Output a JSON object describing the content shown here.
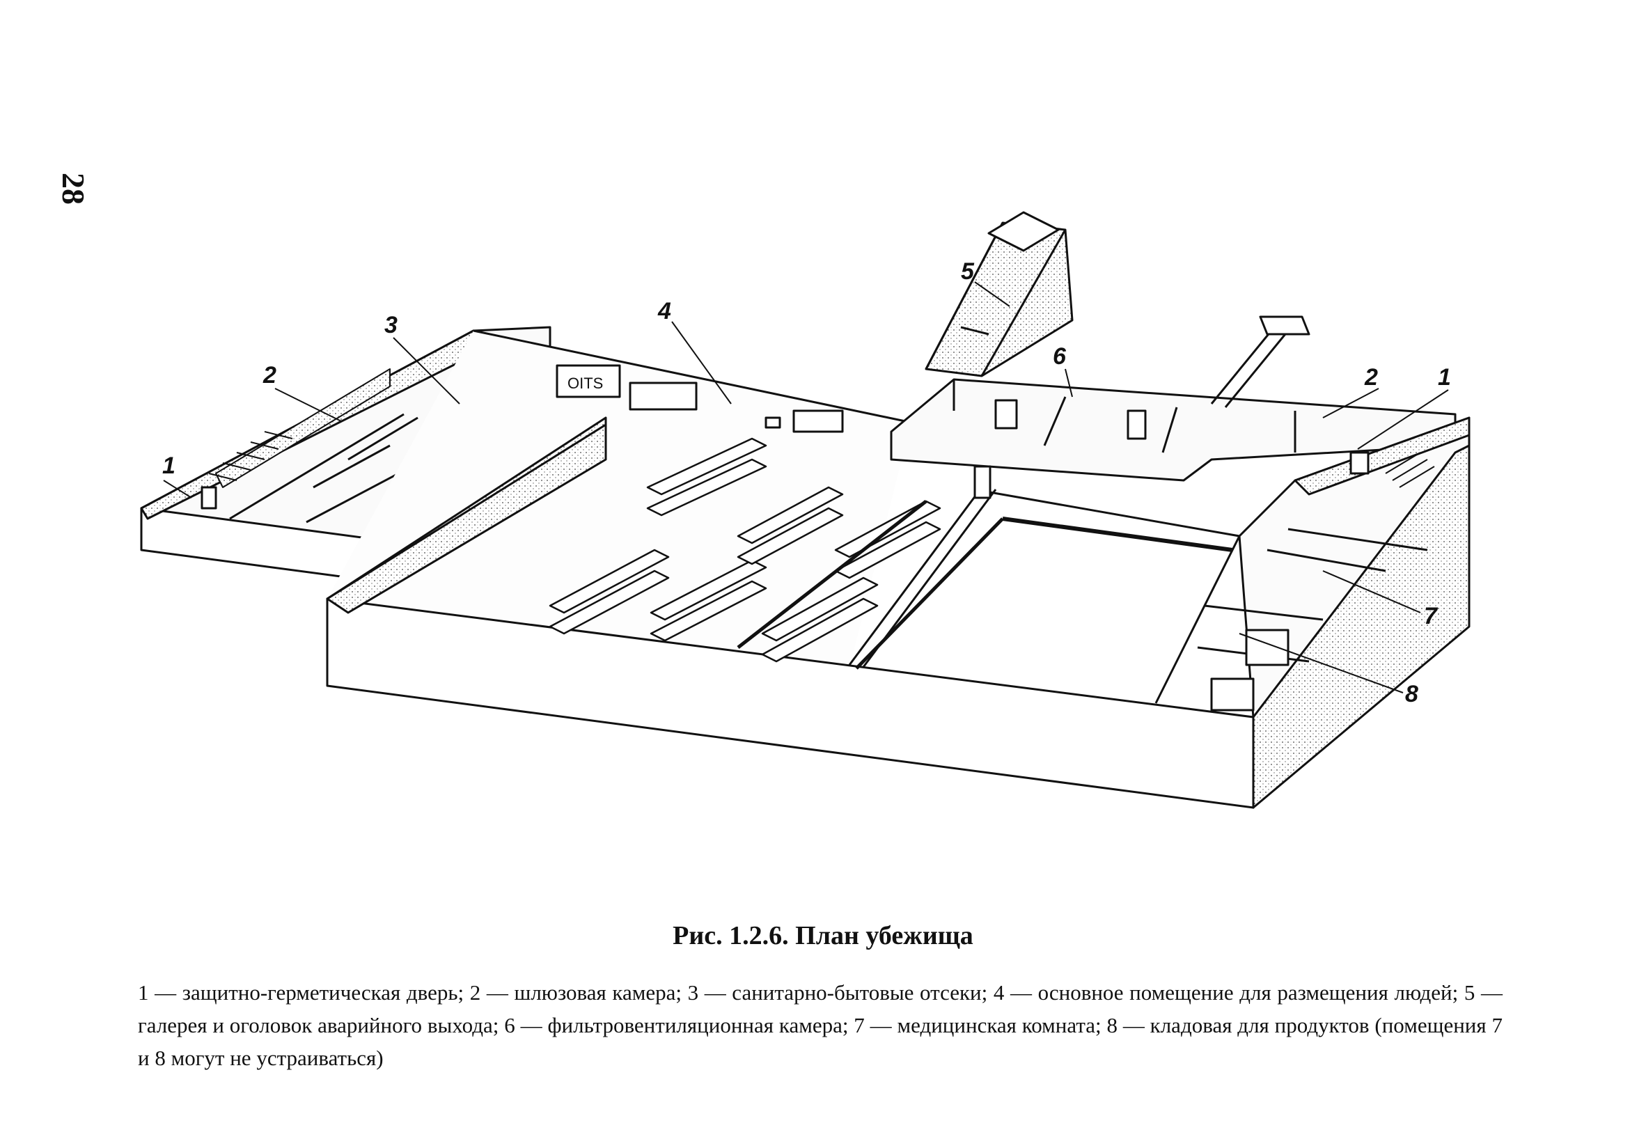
{
  "page_number": "28",
  "figure": {
    "callouts": {
      "c1_left": "1",
      "c2_left": "2",
      "c3": "3",
      "c4": "4",
      "c5": "5",
      "c6": "6",
      "c2_right": "2",
      "c1_right": "1",
      "c7": "7",
      "c8": "8"
    },
    "panel_sign": "OITS"
  },
  "caption": {
    "title": "Рис. 1.2.6. План убежища",
    "legend": "1 — защитно-герметическая дверь; 2 — шлюзовая камера; 3 — санитарно-бытовые отсеки; 4 — основное помещение для размещения людей; 5 — галерея и оголовок аварийного выхода; 6 — фильтровентиляционная камера; 7 — медицинская комната; 8 — кладовая для продуктов (помещения 7 и 8 могут не устраиваться)"
  }
}
